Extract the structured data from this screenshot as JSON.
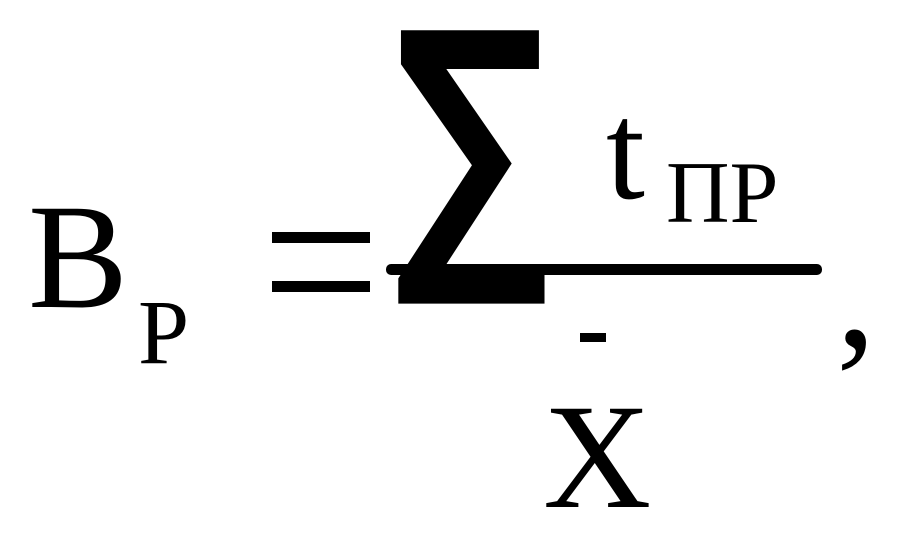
{
  "formula": {
    "lhs": {
      "symbol": "B",
      "subscript": "P"
    },
    "relation": "=",
    "numerator": {
      "operator": "∑",
      "variable": "t",
      "subscript": "ПР"
    },
    "denominator": {
      "bar_mark": "-",
      "variable": "X"
    },
    "trailing_punctuation": ","
  },
  "colors": {
    "background": "#ffffff",
    "ink": "#000000"
  }
}
